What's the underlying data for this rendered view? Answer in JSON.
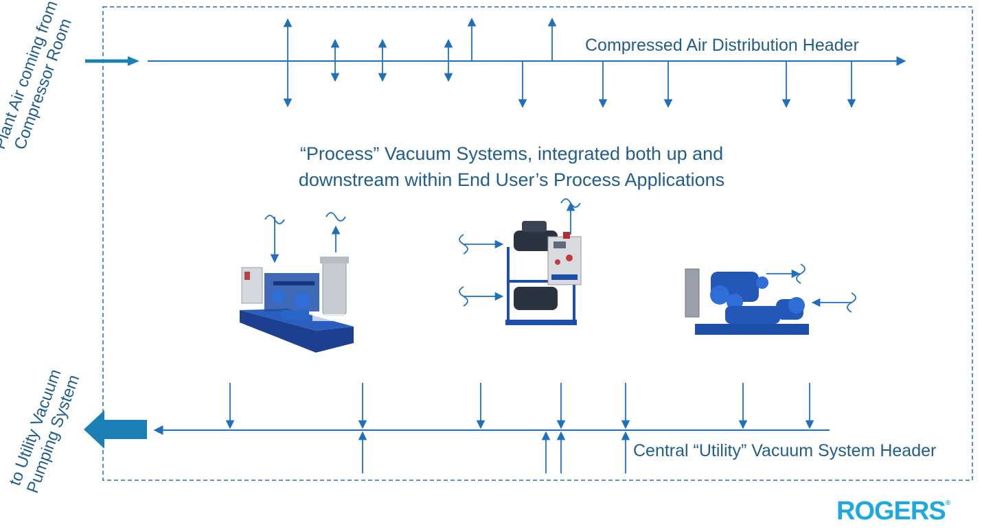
{
  "labels": {
    "distribution_header": "Compressed Air Distribution Header",
    "process_line1": "“Process” Vacuum Systems, integrated both up and",
    "process_line2": "downstream within End User’s Process Applications",
    "utility_header": "Central “Utility” Vacuum System Header",
    "plant_air_line1": "Plant Air coming from",
    "plant_air_line2": "Compressor Room",
    "utility_pump_line1": "to Utility Vacuum",
    "utility_pump_line2": "Pumping System"
  },
  "logo": {
    "text": "ROGERS",
    "mark": "®"
  },
  "colors": {
    "line": "#1f6fbf",
    "text": "#1f5d8c",
    "big_arrow": "#1a7fb5",
    "logo": "#1ea8e0",
    "machine_blue": "#1e4fa8",
    "machine_grey": "#c9ccd1"
  },
  "icons": [
    "right-arrow-icon",
    "left-block-arrow-icon",
    "wave-icon"
  ]
}
